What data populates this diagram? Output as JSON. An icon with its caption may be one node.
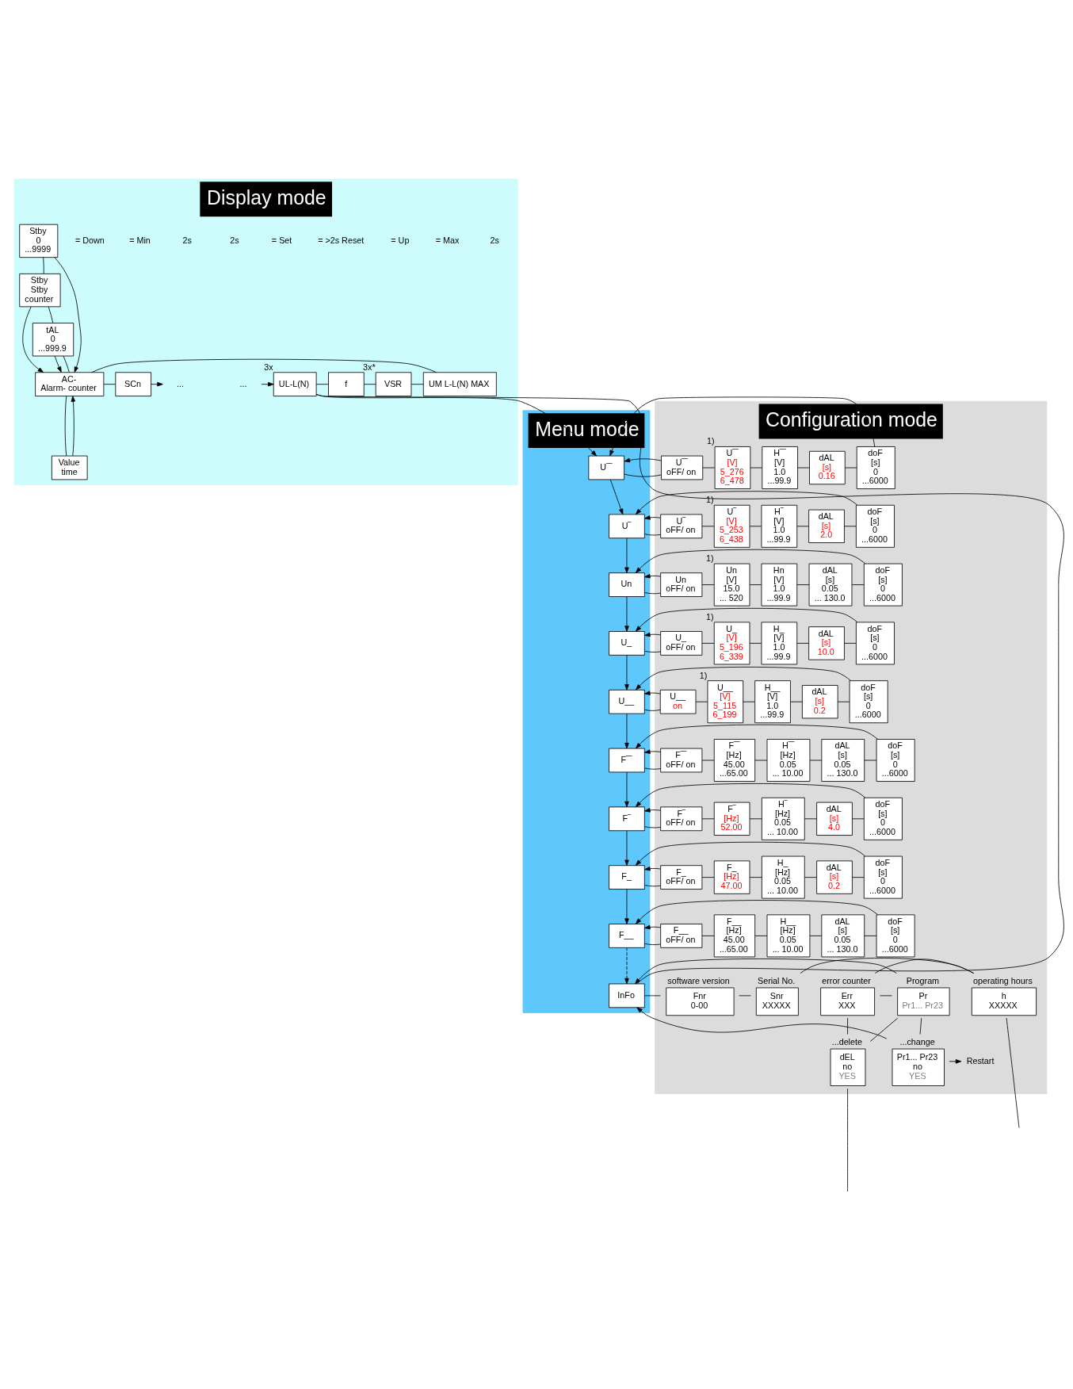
{
  "diagram": {
    "nodes": [
      {
        "text": [
          "Display mode"
        ]
      },
      {
        "text": [
          "Stby",
          "0",
          "...9999"
        ],
        "in": 0
      },
      {
        "text": [
          "Stby",
          "Stby",
          "counter"
        ],
        "in": 0
      },
      {
        "text": [
          "tAL",
          "0",
          "...999.9"
        ],
        "in": 0
      },
      {
        "text": [
          "..."
        ],
        "in": 0
      },
      {
        "text": [
          "UL-L(N)"
        ],
        "in": 0,
        "beside": [
          "3x"
        ]
      },
      {
        "text": [
          "f"
        ],
        "in": 0
      },
      {
        "text": [
          "VSR"
        ],
        "in": 0,
        "beside": [
          "3x*"
        ]
      },
      {
        "text": [
          "UM L-L(N) MAX"
        ],
        "in": 0
      },
      {
        "text": [
          "AC-",
          "Alarm- counter"
        ],
        "in": 0
      },
      {
        "text": [
          "SCn"
        ],
        "in": 0
      },
      {
        "text": [
          "..."
        ],
        "in": 0
      },
      {
        "text": [
          "Value",
          "time"
        ],
        "in": 0
      },
      {
        "text": [
          "Menu mode"
        ]
      },
      {
        "text": [
          "U‾‾"
        ],
        "in": 13
      },
      {
        "text": [
          "U‾"
        ],
        "in": 13
      },
      {
        "text": [
          "Un"
        ],
        "in": 13
      },
      {
        "text": [
          "U_"
        ],
        "in": 13
      },
      {
        "text": [
          "U__"
        ],
        "in": 13
      },
      {
        "text": [
          "F‾‾"
        ],
        "in": 13
      },
      {
        "text": [
          "F‾"
        ],
        "in": 13
      },
      {
        "text": [
          "F_"
        ],
        "in": 13
      },
      {
        "text": [
          "F__"
        ],
        "in": 13
      },
      {
        "text": [
          "InFo"
        ],
        "in": 13
      },
      {
        "text": [
          "Configuration mode"
        ]
      },
      {
        "text": [
          "U‾‾",
          "oFF/ on"
        ],
        "in": 24
      },
      {
        "text": [
          "U‾‾",
          "[V]",
          "5_276",
          "6_478"
        ],
        "in": 24,
        "beside": [
          "1)"
        ]
      },
      {
        "text": [
          "H‾‾",
          "[V]",
          "1.0",
          "...99.9"
        ],
        "in": 24
      },
      {
        "text": [
          "dAL",
          "[s]",
          "0.16"
        ],
        "in": 24
      },
      {
        "text": [
          "doF",
          "[s]",
          "0",
          "...6000"
        ],
        "in": 24
      },
      {
        "text": [
          "U‾",
          "oFF/ on"
        ],
        "in": 24
      },
      {
        "text": [
          "U‾",
          "[V]",
          "5_253",
          "6_438"
        ],
        "in": 24,
        "beside": [
          "1)"
        ]
      },
      {
        "text": [
          "H‾",
          "[V]",
          "1.0",
          "...99.9"
        ],
        "in": 24
      },
      {
        "text": [
          "dAL",
          "[s]",
          "2.0"
        ],
        "in": 24
      },
      {
        "text": [
          "doF",
          "[s]",
          "0",
          "...6000"
        ],
        "in": 24
      },
      {
        "text": [
          "Un",
          "oFF/ on"
        ],
        "in": 24
      },
      {
        "text": [
          "Un",
          "[V]",
          "15.0",
          "... 520"
        ],
        "in": 24,
        "beside": [
          "1)"
        ]
      },
      {
        "text": [
          "Hn",
          "[V]",
          "1.0",
          "...99.9"
        ],
        "in": 24
      },
      {
        "text": [
          "dAL",
          "[s]",
          "0.05",
          "... 130.0"
        ],
        "in": 24
      },
      {
        "text": [
          "doF",
          "[s]",
          "0",
          "...6000"
        ],
        "in": 24
      },
      {
        "text": [
          "U_",
          "oFF/ on"
        ],
        "in": 24
      },
      {
        "text": [
          "U_",
          "[V]",
          "5_196",
          "6_339"
        ],
        "in": 24,
        "beside": [
          "1)"
        ]
      },
      {
        "text": [
          "H_",
          "[V]",
          "1.0",
          "...99.9"
        ],
        "in": 24
      },
      {
        "text": [
          "dAL",
          "[s]",
          "10.0"
        ],
        "in": 24
      },
      {
        "text": [
          "doF",
          "[s]",
          "0",
          "...6000"
        ],
        "in": 24
      },
      {
        "text": [
          "U__",
          "on"
        ],
        "in": 24
      },
      {
        "text": [
          "U__",
          "[V]",
          "5_115",
          "6_199"
        ],
        "in": 24,
        "beside": [
          "1)"
        ]
      },
      {
        "text": [
          "H__",
          "[V]",
          "1.0",
          "...99.9"
        ],
        "in": 24
      },
      {
        "text": [
          "dAL",
          "[s]",
          "0.2"
        ],
        "in": 24
      },
      {
        "text": [
          "doF",
          "[s]",
          "0",
          "...6000"
        ],
        "in": 24
      },
      {
        "text": [
          "F‾‾",
          "oFF/ on"
        ],
        "in": 24
      },
      {
        "text": [
          "F‾‾",
          "[Hz]",
          "45.00",
          "...65.00"
        ],
        "in": 24
      },
      {
        "text": [
          "H‾‾",
          "[Hz]",
          "0.05",
          "... 10.00"
        ],
        "in": 24
      },
      {
        "text": [
          "dAL",
          "[s]",
          "0.05",
          "... 130.0"
        ],
        "in": 24
      },
      {
        "text": [
          "doF",
          "[s]",
          "0",
          "...6000"
        ],
        "in": 24
      },
      {
        "text": [
          "F‾",
          "oFF/ on"
        ],
        "in": 24
      },
      {
        "text": [
          "F‾",
          "[Hz]",
          "52.00"
        ],
        "in": 24
      },
      {
        "text": [
          "H‾",
          "[Hz]",
          "0.05",
          "... 10.00"
        ],
        "in": 24
      },
      {
        "text": [
          "dAL",
          "[s]",
          "4.0"
        ],
        "in": 24
      },
      {
        "text": [
          "doF",
          "[s]",
          "0",
          "...6000"
        ],
        "in": 24
      },
      {
        "text": [
          "F_",
          "oFF/ on"
        ],
        "in": 24
      },
      {
        "text": [
          "F_",
          "[Hz]",
          "47.00"
        ],
        "in": 24
      },
      {
        "text": [
          "H_",
          "[Hz]",
          "0.05",
          "... 10.00"
        ],
        "in": 24
      },
      {
        "text": [
          "dAL",
          "[s]",
          "0.2"
        ],
        "in": 24
      },
      {
        "text": [
          "doF",
          "[s]",
          "0",
          "...6000"
        ],
        "in": 24
      },
      {
        "text": [
          "F__",
          "oFF/ on"
        ],
        "in": 24
      },
      {
        "text": [
          "F__",
          "[Hz]",
          "45.00",
          "...65.00"
        ],
        "in": 24
      },
      {
        "text": [
          "H__",
          "[Hz]",
          "0.05",
          "... 10.00"
        ],
        "in": 24
      },
      {
        "text": [
          "dAL",
          "[s]",
          "0.05",
          "... 130.0"
        ],
        "in": 24
      },
      {
        "text": [
          "doF",
          "[s]",
          "0",
          "...6000"
        ],
        "in": 24
      },
      {
        "text": [
          "software version",
          "Fnr",
          "0-00"
        ],
        "in": 24
      },
      {
        "text": [
          "Serial No.",
          "Snr",
          "XXXXX"
        ],
        "in": 24
      },
      {
        "text": [
          "operating hours",
          "h",
          "XXXXX"
        ],
        "in": 24
      },
      {
        "text": [
          "error counter",
          "Err",
          "XXX"
        ],
        "in": 24
      },
      {
        "text": [
          "Program",
          "Pr",
          "Pr1... Pr23"
        ],
        "in": 24
      },
      {
        "text": [
          "...delete",
          "dEL",
          "no",
          "YES"
        ],
        "in": 24
      },
      {
        "text": [
          "...change",
          "Pr1... Pr23",
          "no",
          "YES"
        ],
        "in": 24
      },
      {
        "text": [
          "Restart"
        ],
        "in": 24
      }
    ],
    "edges": [
      {
        "from": 4,
        "to": 5,
        "arrow": "to"
      },
      {
        "from": 5,
        "to": 6,
        "arrow": "none"
      },
      {
        "from": 6,
        "to": 7,
        "arrow": "none"
      },
      {
        "from": 7,
        "to": 8,
        "arrow": "none"
      },
      {
        "from": 8,
        "to": 9,
        "arrow": "none"
      },
      {
        "from": 9,
        "to": 10,
        "arrow": "none"
      },
      {
        "from": 10,
        "to": 11,
        "arrow": "to"
      },
      {
        "from": 9,
        "to": 3,
        "arrow": "none"
      },
      {
        "from": 3,
        "to": 2,
        "arrow": "none"
      },
      {
        "from": 2,
        "to": 1,
        "arrow": "none"
      },
      {
        "from": 1,
        "to": 9,
        "arrow": "to"
      },
      {
        "from": 2,
        "to": 9,
        "arrow": "to"
      },
      {
        "from": 3,
        "to": 9,
        "arrow": "to"
      },
      {
        "from": 9,
        "to": 12,
        "arrow": "none"
      },
      {
        "from": 12,
        "to": 9,
        "arrow": "to"
      },
      {
        "from": 23,
        "to": 5,
        "arrow": "none"
      },
      {
        "from": 5,
        "to": 14,
        "arrow": "to"
      },
      {
        "from": 14,
        "to": 15,
        "arrow": "to"
      },
      {
        "from": 15,
        "to": 16,
        "arrow": "to"
      },
      {
        "from": 16,
        "to": 17,
        "arrow": "to"
      },
      {
        "from": 17,
        "to": 18,
        "arrow": "to"
      },
      {
        "from": 18,
        "to": 19,
        "arrow": "to"
      },
      {
        "from": 19,
        "to": 20,
        "arrow": "to"
      },
      {
        "from": 20,
        "to": 21,
        "arrow": "to"
      },
      {
        "from": 21,
        "to": 22,
        "arrow": "to"
      },
      {
        "from": 22,
        "to": 23,
        "arrow": "to",
        "style": "dashed"
      },
      {
        "from": 14,
        "to": 25,
        "arrow": "none"
      },
      {
        "from": 25,
        "to": 26,
        "arrow": "none"
      },
      {
        "from": 25,
        "to": 14,
        "arrow": "to"
      },
      {
        "from": 26,
        "to": 27,
        "arrow": "none"
      },
      {
        "from": 27,
        "to": 28,
        "arrow": "none"
      },
      {
        "from": 28,
        "to": 29,
        "arrow": "none"
      },
      {
        "from": 29,
        "to": 14,
        "arrow": "to"
      },
      {
        "from": 15,
        "to": 30,
        "arrow": "none"
      },
      {
        "from": 30,
        "to": 31,
        "arrow": "none"
      },
      {
        "from": 30,
        "to": 15,
        "arrow": "to"
      },
      {
        "from": 31,
        "to": 32,
        "arrow": "none"
      },
      {
        "from": 32,
        "to": 33,
        "arrow": "none"
      },
      {
        "from": 33,
        "to": 34,
        "arrow": "none"
      },
      {
        "from": 34,
        "to": 15,
        "arrow": "to"
      },
      {
        "from": 16,
        "to": 35,
        "arrow": "none"
      },
      {
        "from": 35,
        "to": 36,
        "arrow": "none"
      },
      {
        "from": 35,
        "to": 16,
        "arrow": "to"
      },
      {
        "from": 36,
        "to": 37,
        "arrow": "none"
      },
      {
        "from": 37,
        "to": 38,
        "arrow": "none"
      },
      {
        "from": 38,
        "to": 39,
        "arrow": "none"
      },
      {
        "from": 39,
        "to": 16,
        "arrow": "to"
      },
      {
        "from": 17,
        "to": 40,
        "arrow": "none"
      },
      {
        "from": 40,
        "to": 41,
        "arrow": "none"
      },
      {
        "from": 40,
        "to": 17,
        "arrow": "to"
      },
      {
        "from": 41,
        "to": 42,
        "arrow": "none"
      },
      {
        "from": 42,
        "to": 43,
        "arrow": "none"
      },
      {
        "from": 43,
        "to": 44,
        "arrow": "none"
      },
      {
        "from": 44,
        "to": 17,
        "arrow": "to"
      },
      {
        "from": 18,
        "to": 45,
        "arrow": "none"
      },
      {
        "from": 45,
        "to": 46,
        "arrow": "none"
      },
      {
        "from": 45,
        "to": 18,
        "arrow": "to"
      },
      {
        "from": 46,
        "to": 47,
        "arrow": "none"
      },
      {
        "from": 47,
        "to": 48,
        "arrow": "none"
      },
      {
        "from": 48,
        "to": 49,
        "arrow": "none"
      },
      {
        "from": 49,
        "to": 18,
        "arrow": "to"
      },
      {
        "from": 19,
        "to": 50,
        "arrow": "none"
      },
      {
        "from": 50,
        "to": 51,
        "arrow": "none"
      },
      {
        "from": 50,
        "to": 19,
        "arrow": "to"
      },
      {
        "from": 51,
        "to": 52,
        "arrow": "none"
      },
      {
        "from": 52,
        "to": 53,
        "arrow": "none"
      },
      {
        "from": 53,
        "to": 54,
        "arrow": "none"
      },
      {
        "from": 54,
        "to": 19,
        "arrow": "to"
      },
      {
        "from": 20,
        "to": 55,
        "arrow": "none"
      },
      {
        "from": 55,
        "to": 56,
        "arrow": "none"
      },
      {
        "from": 55,
        "to": 20,
        "arrow": "to"
      },
      {
        "from": 56,
        "to": 57,
        "arrow": "none"
      },
      {
        "from": 57,
        "to": 58,
        "arrow": "none"
      },
      {
        "from": 58,
        "to": 59,
        "arrow": "none"
      },
      {
        "from": 59,
        "to": 20,
        "arrow": "to"
      },
      {
        "from": 21,
        "to": 60,
        "arrow": "none"
      },
      {
        "from": 60,
        "to": 61,
        "arrow": "none"
      },
      {
        "from": 60,
        "to": 21,
        "arrow": "to"
      },
      {
        "from": 61,
        "to": 62,
        "arrow": "none"
      },
      {
        "from": 62,
        "to": 63,
        "arrow": "none"
      },
      {
        "from": 63,
        "to": 64,
        "arrow": "none"
      },
      {
        "from": 64,
        "to": 21,
        "arrow": "to"
      },
      {
        "from": 22,
        "to": 65,
        "arrow": "none"
      },
      {
        "from": 65,
        "to": 66,
        "arrow": "none"
      },
      {
        "from": 65,
        "to": 22,
        "arrow": "to"
      },
      {
        "from": 66,
        "to": 67,
        "arrow": "none"
      },
      {
        "from": 67,
        "to": 68,
        "arrow": "none"
      },
      {
        "from": 68,
        "to": 69,
        "arrow": "none"
      },
      {
        "from": 69,
        "to": 22,
        "arrow": "to"
      },
      {
        "from": 23,
        "to": 70,
        "arrow": "none"
      },
      {
        "from": 70,
        "to": 71,
        "arrow": "none"
      },
      {
        "from": 71,
        "to": 72,
        "arrow": "none"
      },
      {
        "from": 72,
        "to": 73,
        "arrow": "none"
      },
      {
        "from": 72,
        "to": null,
        "arrow": "none"
      },
      {
        "from": 73,
        "to": 74,
        "arrow": "none"
      },
      {
        "from": 73,
        "to": 75,
        "arrow": "none"
      },
      {
        "from": 75,
        "to": 74,
        "arrow": "none"
      },
      {
        "from": 75,
        "to": null,
        "arrow": "none"
      },
      {
        "from": 74,
        "to": 76,
        "arrow": "none"
      },
      {
        "from": 74,
        "to": 23,
        "arrow": "to"
      },
      {
        "from": 76,
        "to": 23,
        "arrow": "to"
      },
      {
        "from": 76,
        "to": 77,
        "arrow": "to"
      }
    ],
    "labels": [
      "2s",
      "= Max",
      "= Up",
      "= >2s Reset",
      "= Set",
      "2s",
      "2s",
      "= Min",
      "= Down"
    ]
  }
}
